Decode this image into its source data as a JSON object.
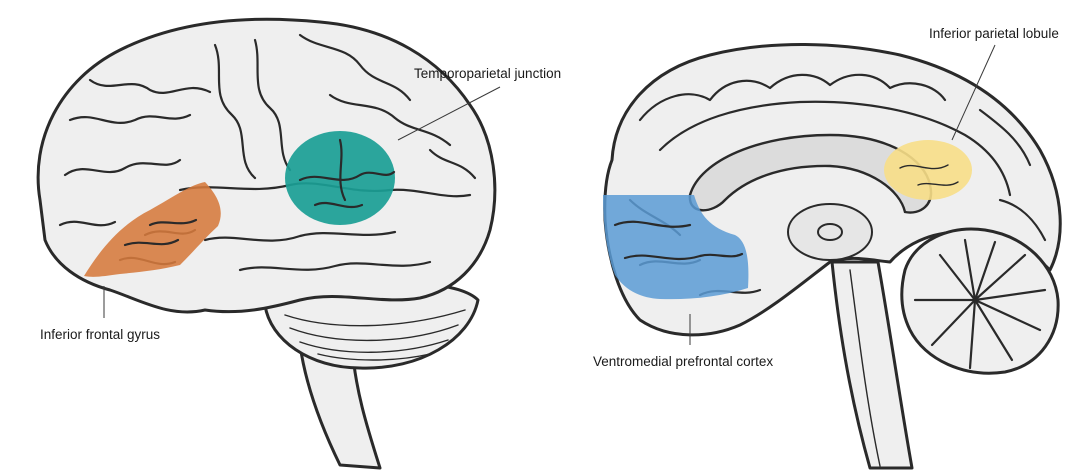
{
  "labels": {
    "temporoparietal": "Temporoparietal junction",
    "inferior_frontal": "Inferior frontal gyrus",
    "inferior_parietal": "Inferior parietal lobule",
    "ventromedial": "Ventromedial prefrontal cortex"
  },
  "colors": {
    "temporoparietal": "#1a9e95",
    "inferior_frontal": "#d67a3c",
    "inferior_parietal": "#f7de87",
    "ventromedial": "#5b9bd5",
    "outline": "#2a2a2a",
    "tissue": "#efefef"
  },
  "views": [
    "lateral-view",
    "medial-sagittal-view"
  ]
}
